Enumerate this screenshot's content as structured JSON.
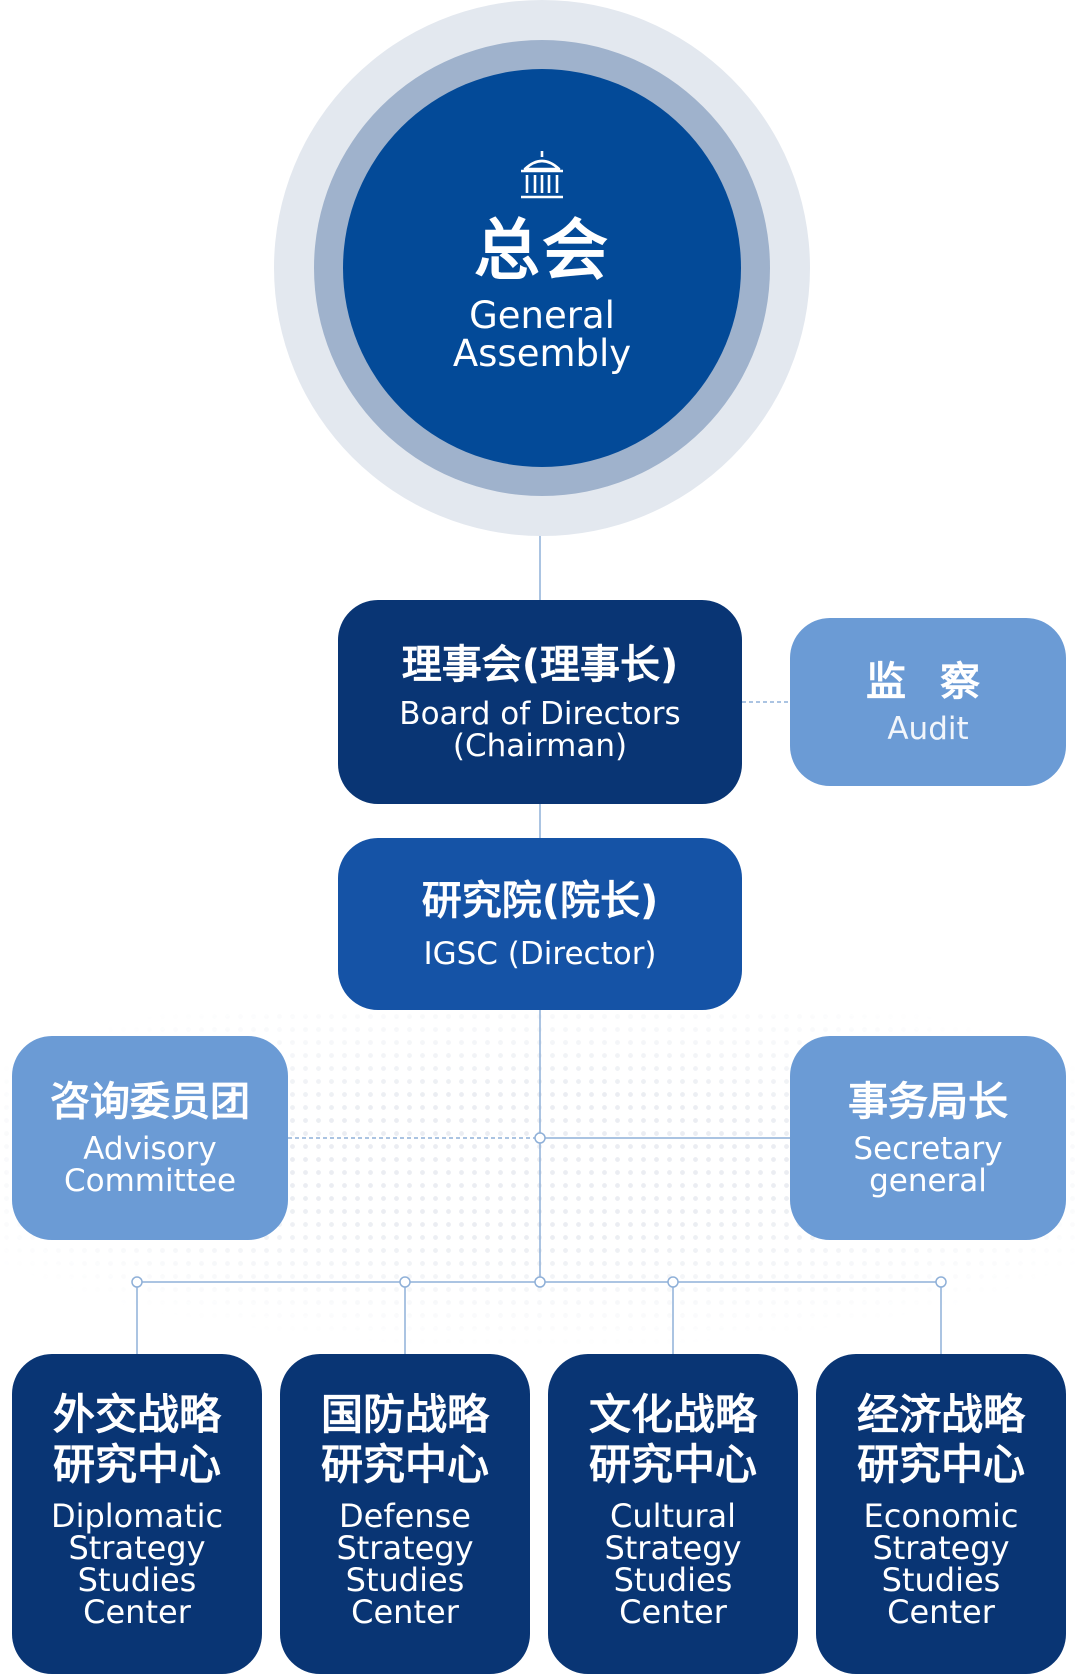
{
  "general_assembly": {
    "zh": "总会",
    "en_line1": "General",
    "en_line2": "Assembly",
    "icon": "government-building-icon"
  },
  "board": {
    "zh": "理事会(理事长)",
    "en_line1": "Board of Directors",
    "en_line2": "(Chairman)"
  },
  "audit": {
    "zh": "监 察",
    "en": "Audit"
  },
  "igsc": {
    "zh": "研究院(院长)",
    "en": "IGSC (Director)"
  },
  "advisory": {
    "zh": "咨询委员团",
    "en_line1": "Advisory",
    "en_line2": "Committee"
  },
  "secretary": {
    "zh": "事务局长",
    "en_line1": "Secretary",
    "en_line2": "general"
  },
  "centers": [
    {
      "zh_line1": "外交战略",
      "zh_line2": "研究中心",
      "en_lines": [
        "Diplomatic",
        "Strategy",
        "Studies",
        "Center"
      ]
    },
    {
      "zh_line1": "国防战略",
      "zh_line2": "研究中心",
      "en_lines": [
        "Defense",
        "Strategy",
        "Studies",
        "Center"
      ]
    },
    {
      "zh_line1": "文化战略",
      "zh_line2": "研究中心",
      "en_lines": [
        "Cultural",
        "Strategy",
        "Studies",
        "Center"
      ]
    },
    {
      "zh_line1": "经济战略",
      "zh_line2": "研究中心",
      "en_lines": [
        "Economic",
        "Strategy",
        "Studies",
        "Center"
      ]
    }
  ],
  "colors": {
    "ring_outer": "#e3e8ef",
    "ring_mid": "#9fb2cc",
    "core_blue": "#034a98",
    "dark_navy": "#093574",
    "mid_blue": "#1553a6",
    "light_blue": "#6b9bd5",
    "connector": "#8fb0d8"
  }
}
